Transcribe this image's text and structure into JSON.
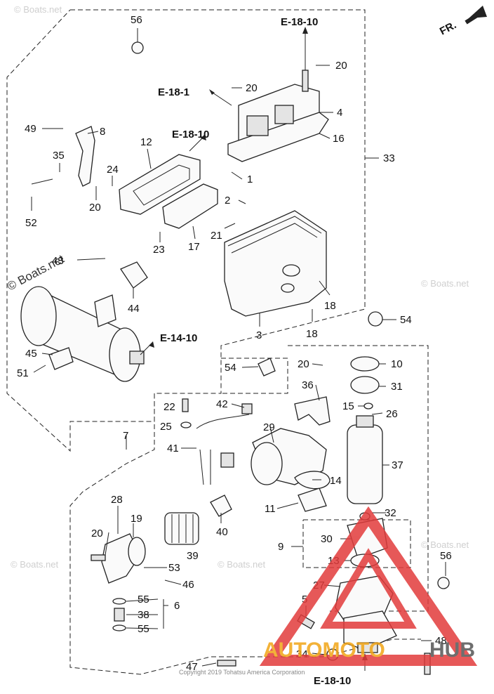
{
  "diagram": {
    "orientation": "FR.",
    "refs": {
      "top": "E-18-10",
      "left_a": "E-18-1",
      "left_b": "E-18-10",
      "starter": "E-14-10",
      "bottom": "E-18-10"
    },
    "part_numbers": {
      "p56a": "56",
      "p20a": "20",
      "p20b": "20",
      "p4": "4",
      "p16": "16",
      "p33": "33",
      "p49": "49",
      "p8": "8",
      "p35": "35",
      "p12": "12",
      "p24": "24",
      "p20c": "20",
      "p52": "52",
      "p1": "1",
      "p2": "2",
      "p21": "21",
      "p17": "17",
      "p23": "23",
      "p43": "43",
      "p44": "44",
      "p18a": "18",
      "p18b": "18",
      "p3": "3",
      "p45": "45",
      "p51": "51",
      "p54a": "54",
      "p54b": "54",
      "p20d": "20",
      "p10": "10",
      "p36": "36",
      "p31": "31",
      "p15": "15",
      "p26": "26",
      "p22": "22",
      "p42": "42",
      "p25": "25",
      "p29": "29",
      "p41": "41",
      "p37": "37",
      "p7": "7",
      "p14": "14",
      "p11": "11",
      "p40": "40",
      "p39": "39",
      "p32": "32",
      "p28": "28",
      "p19": "19",
      "p20e": "20",
      "p53": "53",
      "p46": "46",
      "p9": "9",
      "p30": "30",
      "p13": "13",
      "p56b": "56",
      "p27": "27",
      "p55a": "55",
      "p6": "6",
      "p38": "38",
      "p55b": "55",
      "p5": "5",
      "p48": "48",
      "p34": "34",
      "p47": "47"
    },
    "watermarks": {
      "main": "© Boats.net",
      "faint": "© Boats.net"
    },
    "copyright": "Copyright 2019 Tohatsu America Corporation",
    "logo": {
      "word_a": "AUTOMOTO",
      "word_b": "HUB",
      "color_a": "#f2a516",
      "color_b": "#555555",
      "triangle": "#e23b3b"
    }
  }
}
